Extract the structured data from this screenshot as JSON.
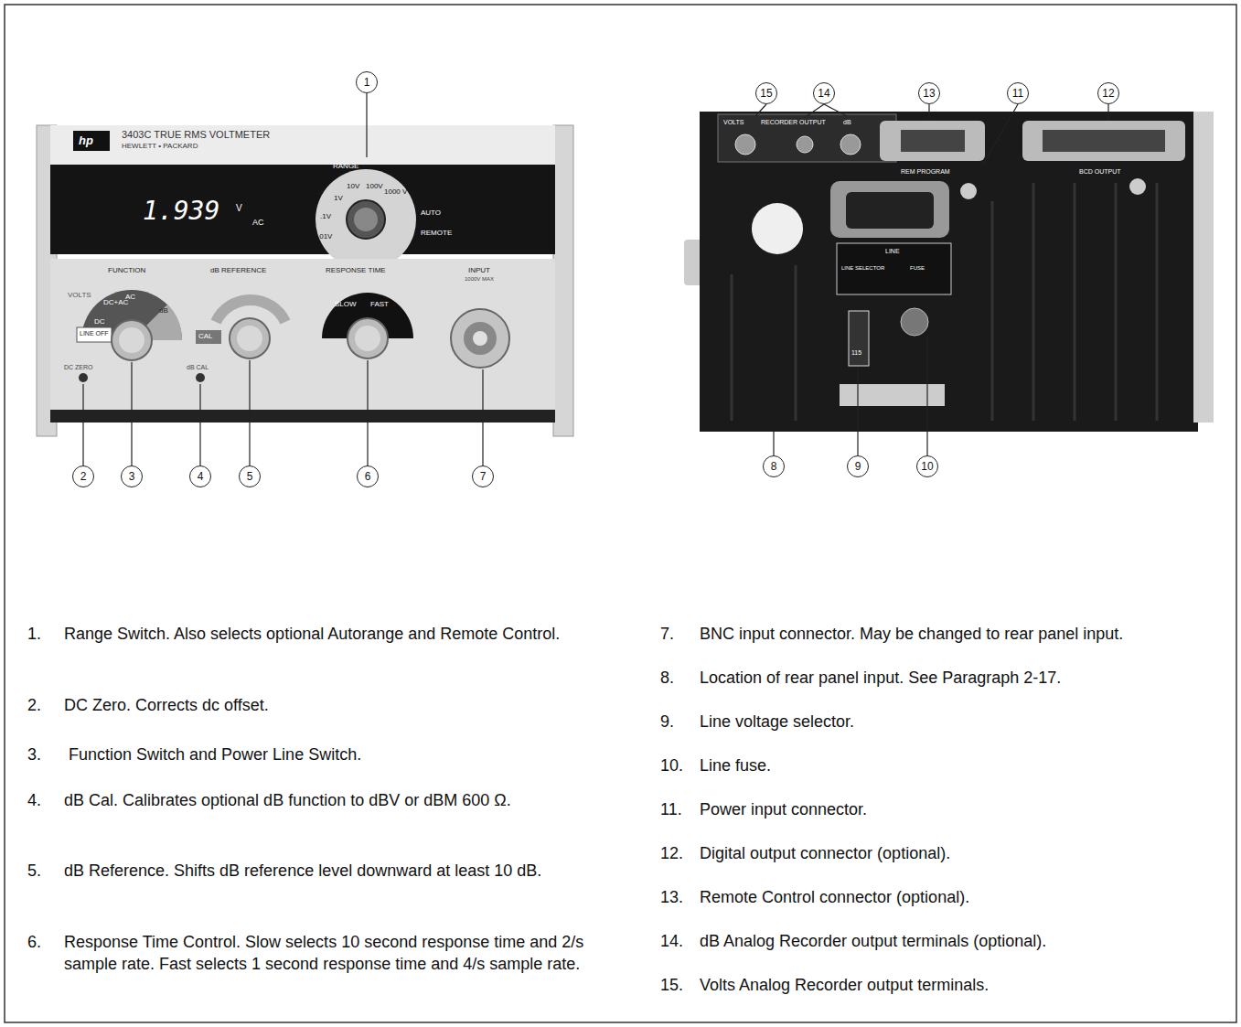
{
  "diagram": {
    "nodes": [
      {
        "text": [
          "1"
        ]
      },
      {
        "text": [
          "2"
        ]
      },
      {
        "text": [
          "3"
        ]
      },
      {
        "text": [
          "4"
        ]
      },
      {
        "text": [
          "5"
        ]
      },
      {
        "text": [
          "6"
        ]
      },
      {
        "text": [
          "7"
        ]
      },
      {
        "text": [
          "15"
        ]
      },
      {
        "text": [
          "14"
        ]
      },
      {
        "text": [
          "13"
        ]
      },
      {
        "text": [
          "11"
        ]
      },
      {
        "text": [
          "12"
        ]
      },
      {
        "text": [
          "8"
        ]
      },
      {
        "text": [
          "9"
        ]
      },
      {
        "text": [
          "10"
        ]
      }
    ],
    "labels": [
      "hp",
      "3403C TRUE RMS VOLTMETER",
      "HEWLETT • PACKARD",
      "1.939",
      "V",
      "AC",
      "RANGE",
      ".01V",
      ".1V",
      "1V",
      "10V",
      "100V",
      "1000 V",
      "AUTO",
      "REMOTE",
      "FUNCTION",
      "VOLTS",
      "DC+AC",
      "AC",
      "DC",
      "dB",
      "LINE OFF",
      "DC ZERO",
      "dB REFERENCE",
      "CAL",
      "dB CAL",
      "RESPONSE TIME",
      "SLOW",
      "FAST",
      "INPUT",
      "1000V MAX",
      "VOLTS",
      "RECORDER OUTPUT",
      "dB",
      "REM PROGRAM",
      "BCD OUTPUT",
      "LINE",
      "LINE SELECTOR",
      "FUSE",
      "115",
      "1.",
      "Range Switch. Also selects optional Autorange and Remote Control.",
      "2.",
      "DC Zero. Corrects dc offset.",
      "3.",
      "Function Switch and Power Line Switch.",
      "4.",
      "dB Cal. Calibrates optional dB function to dBV or dBM 600 Ω.",
      "5.",
      "dB Reference. Shifts dB reference level downward at least 10 dB.",
      "6.",
      "Response Time Control. Slow selects 10 second response time and 2/s sample rate. Fast selects 1 second response time and 4/s sample rate.",
      "7.",
      "BNC input connector. May be changed to rear panel input.",
      "8.",
      "Location of rear panel input. See Paragraph 2-17.",
      "9.",
      "Line voltage selector.",
      "10.",
      "Line fuse.",
      "11.",
      "Power input connector.",
      "12.",
      "Digital output connector (optional).",
      "13.",
      "Remote Control connector (optional).",
      "14.",
      "dB Analog Recorder output terminals (optional).",
      "15.",
      "Volts Analog Recorder output terminals."
    ]
  }
}
